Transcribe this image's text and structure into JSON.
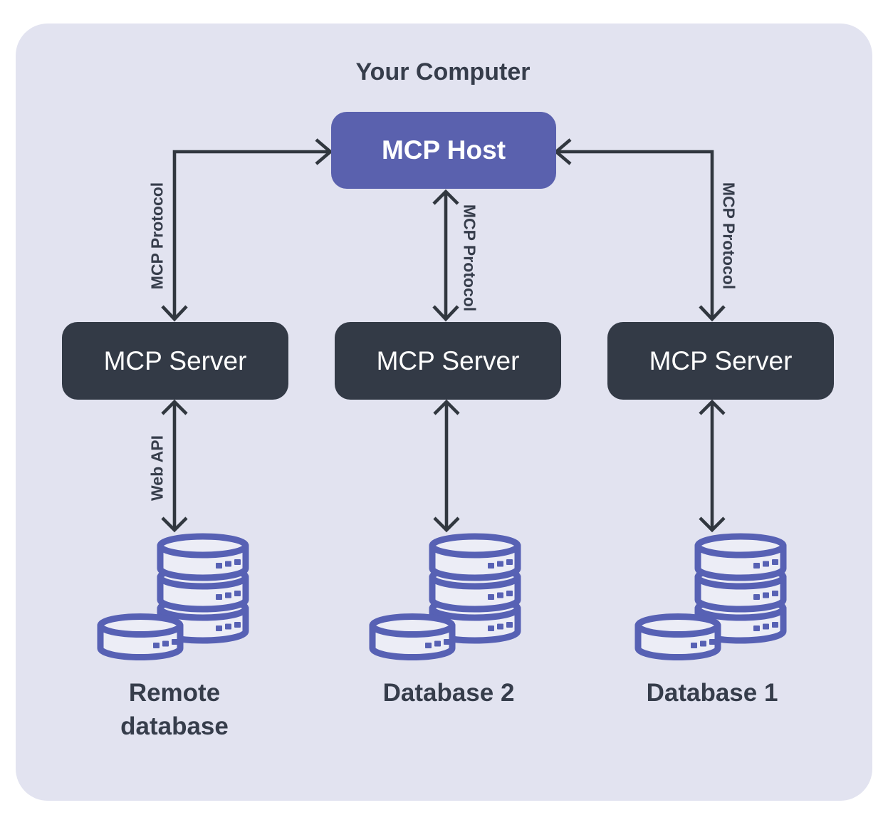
{
  "panel": {
    "title": "Your Computer"
  },
  "host": {
    "label": "MCP Host"
  },
  "columns": [
    {
      "position": "left",
      "server_label": "MCP Server",
      "host_connection_label": "MCP Protocol",
      "database_connection_label": "Web API",
      "database_label": "Remote database"
    },
    {
      "position": "center",
      "server_label": "MCP Server",
      "host_connection_label": "MCP Protocol",
      "database_label": "Database 2"
    },
    {
      "position": "right",
      "server_label": "MCP Server",
      "host_connection_label": "MCP Protocol",
      "database_label": "Database 1"
    }
  ],
  "icons": {
    "database_icon": "stacked-database-cylinders"
  },
  "colors": {
    "page_background": "#FFFFFF",
    "panel_background": "#E2E3F0",
    "host_box": "#5A61AE",
    "server_box": "#333A46",
    "arrow": "#31373F",
    "text": "#363D4B",
    "box_text": "#FFFFFF",
    "database_icon": "#5761B4",
    "database_fill": "#ECEDF6"
  }
}
